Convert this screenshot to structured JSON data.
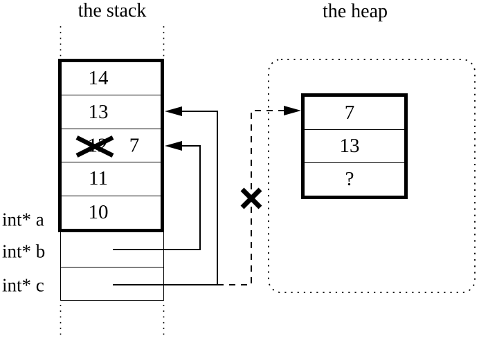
{
  "colors": {
    "ink": "#000000",
    "background": "#ffffff"
  },
  "stack": {
    "title": "the stack",
    "cells": [
      {
        "value": "14"
      },
      {
        "value": "13"
      },
      {
        "old_value": "12",
        "new_value": "7",
        "crossed_out": true
      },
      {
        "value": "11"
      },
      {
        "value": "10"
      }
    ],
    "frame_labels": [
      {
        "label": "int* a"
      },
      {
        "label": "int* b"
      },
      {
        "label": "int* c"
      }
    ]
  },
  "heap": {
    "title": "the heap",
    "cells": [
      {
        "value": "7"
      },
      {
        "value": "13"
      },
      {
        "value": "?"
      }
    ]
  }
}
